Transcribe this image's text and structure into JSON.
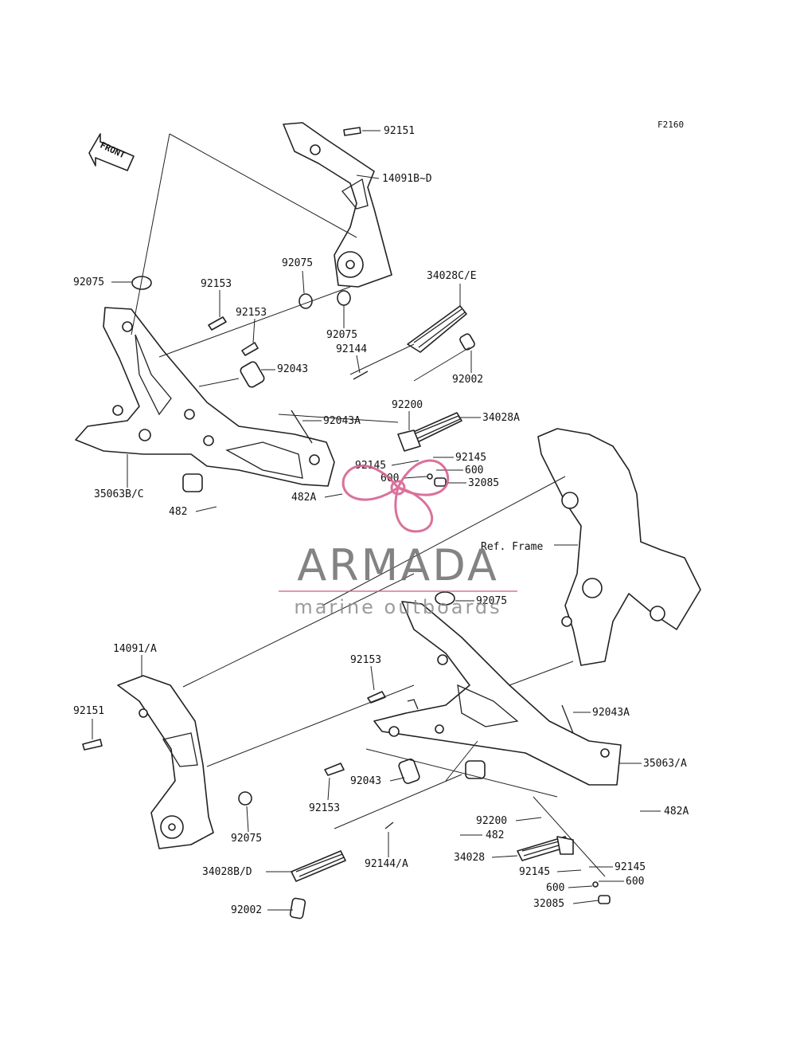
{
  "diagram_code": "F2160",
  "front_marker": "FRONT",
  "watermark": {
    "brand": "ARMADA",
    "subtitle": "marine outboards",
    "brand_color": "#6e6e6e",
    "accent_color": "#d45a8a"
  },
  "ref_frame_label": "Ref. Frame",
  "labels": {
    "l1": "92151",
    "l2": "14091B~D",
    "l3": "92075",
    "l4": "92153",
    "l5": "92075",
    "l6": "92153",
    "l7": "92075",
    "l8": "34028C/E",
    "l9": "92144",
    "l10": "92043",
    "l11": "92002",
    "l12": "92200",
    "l13": "34028A",
    "l14": "92043A",
    "l15": "92145",
    "l16": "92145",
    "l17": "600",
    "l18": "600",
    "l19": "32085",
    "l20": "35063B/C",
    "l21": "482A",
    "l22": "482",
    "l23": "92075",
    "l24": "14091/A",
    "l25": "92153",
    "l26": "92151",
    "l27": "92043A",
    "l28": "35063/A",
    "l29": "92043",
    "l30": "92153",
    "l31": "482A",
    "l32": "92075",
    "l33": "92200",
    "l34": "482",
    "l35": "34028",
    "l36": "92145",
    "l37": "92145",
    "l38": "600",
    "l39": "600",
    "l40": "32085",
    "l41": "34028B/D",
    "l42": "92144/A",
    "l43": "92002"
  }
}
